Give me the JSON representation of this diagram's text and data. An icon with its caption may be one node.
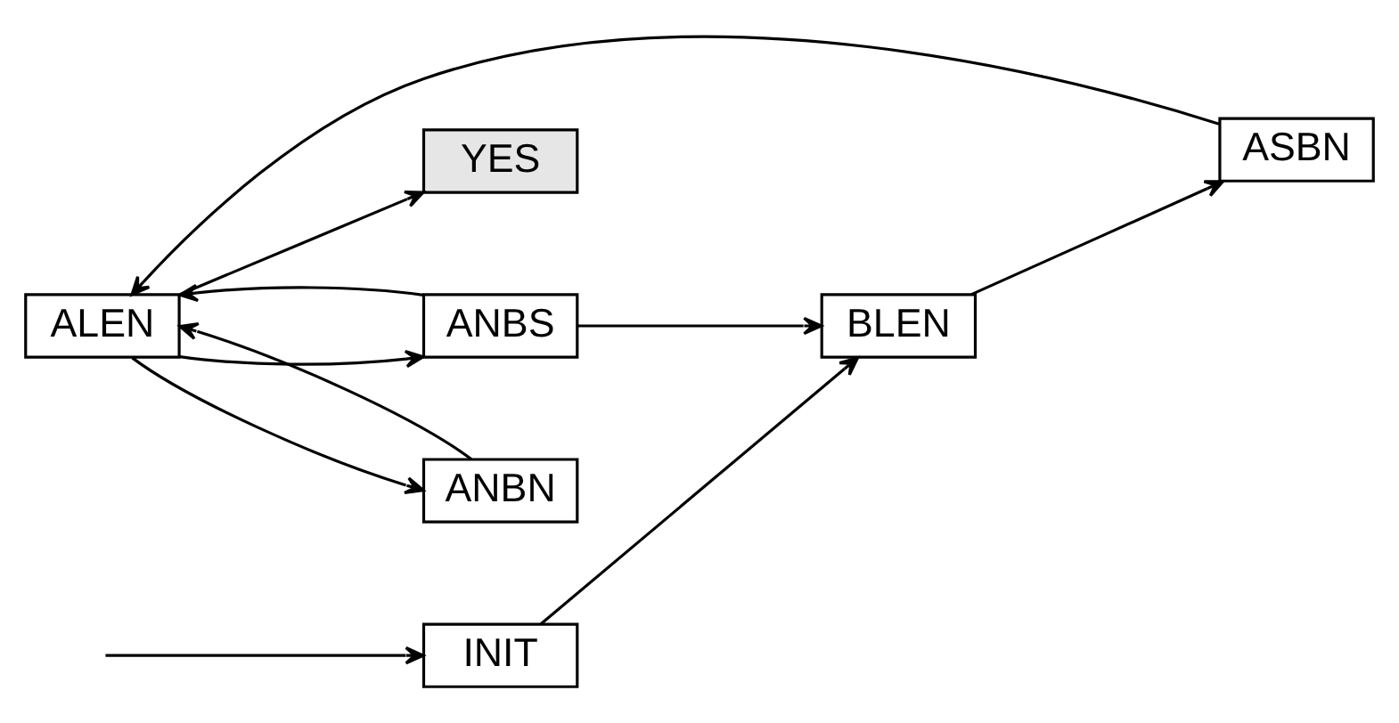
{
  "diagram": {
    "nodes": [
      {
        "text": [
          "YES"
        ]
      },
      {
        "text": [
          "ALEN"
        ]
      },
      {
        "text": [
          "ANBS"
        ]
      },
      {
        "text": [
          "INIT"
        ]
      },
      {
        "text": [
          "ANBN"
        ]
      },
      {
        "text": [
          "BLEN"
        ]
      },
      {
        "text": [
          "ASBN"
        ]
      }
    ],
    "edges": [
      {
        "from": null,
        "to": 3,
        "arrow": "to"
      },
      {
        "from": 3,
        "to": 5,
        "arrow": "to"
      },
      {
        "from": 5,
        "to": 6,
        "arrow": "to"
      },
      {
        "from": 6,
        "to": 1,
        "arrow": "to"
      },
      {
        "from": 1,
        "to": 4,
        "arrow": "to"
      },
      {
        "from": 4,
        "to": 1,
        "arrow": "to"
      },
      {
        "from": 1,
        "to": 2,
        "arrow": "to"
      },
      {
        "from": 2,
        "to": 1,
        "arrow": "to"
      },
      {
        "from": 2,
        "to": 5,
        "arrow": "to"
      },
      {
        "from": 1,
        "to": 0,
        "arrow": "to"
      }
    ]
  }
}
